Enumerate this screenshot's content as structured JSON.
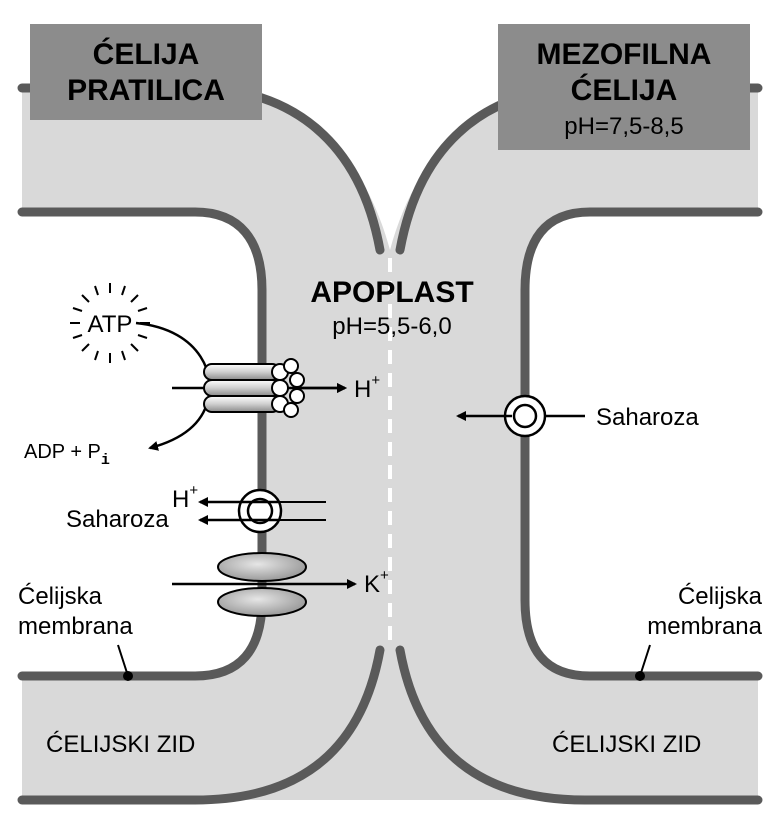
{
  "left_cell": {
    "title_line1": "ĆELIJA",
    "title_line2": "PRATILICA"
  },
  "right_cell": {
    "title_line1": "MEZOFILNA",
    "title_line2": "ĆELIJA",
    "ph": "pH=7,5-8,5"
  },
  "apoplast": {
    "title": "APOPLAST",
    "ph": "pH=5,5-6,0"
  },
  "pump": {
    "atp": "ATP",
    "adp": "ADP + P",
    "adp_sub": "i",
    "out_ion": "H",
    "out_ion_charge": "+"
  },
  "symporter": {
    "ion": "H",
    "ion_charge": "+",
    "sugar": "Saharoza"
  },
  "k_channel": {
    "ion": "K",
    "ion_charge": "+"
  },
  "mesophyll_transport": {
    "sugar": "Saharoza"
  },
  "membrane_left": {
    "line1": "Ćelijska",
    "line2": "membrana"
  },
  "membrane_right": {
    "line1": "Ćelijska",
    "line2": "membrana"
  },
  "wall_left": "ĆELIJSKI ZID",
  "wall_right": "ĆELIJSKI ZID",
  "colors": {
    "wall_fill": "#d9d9d9",
    "membrane": "#5a5a5a",
    "label_box": "#8c8c8c"
  }
}
